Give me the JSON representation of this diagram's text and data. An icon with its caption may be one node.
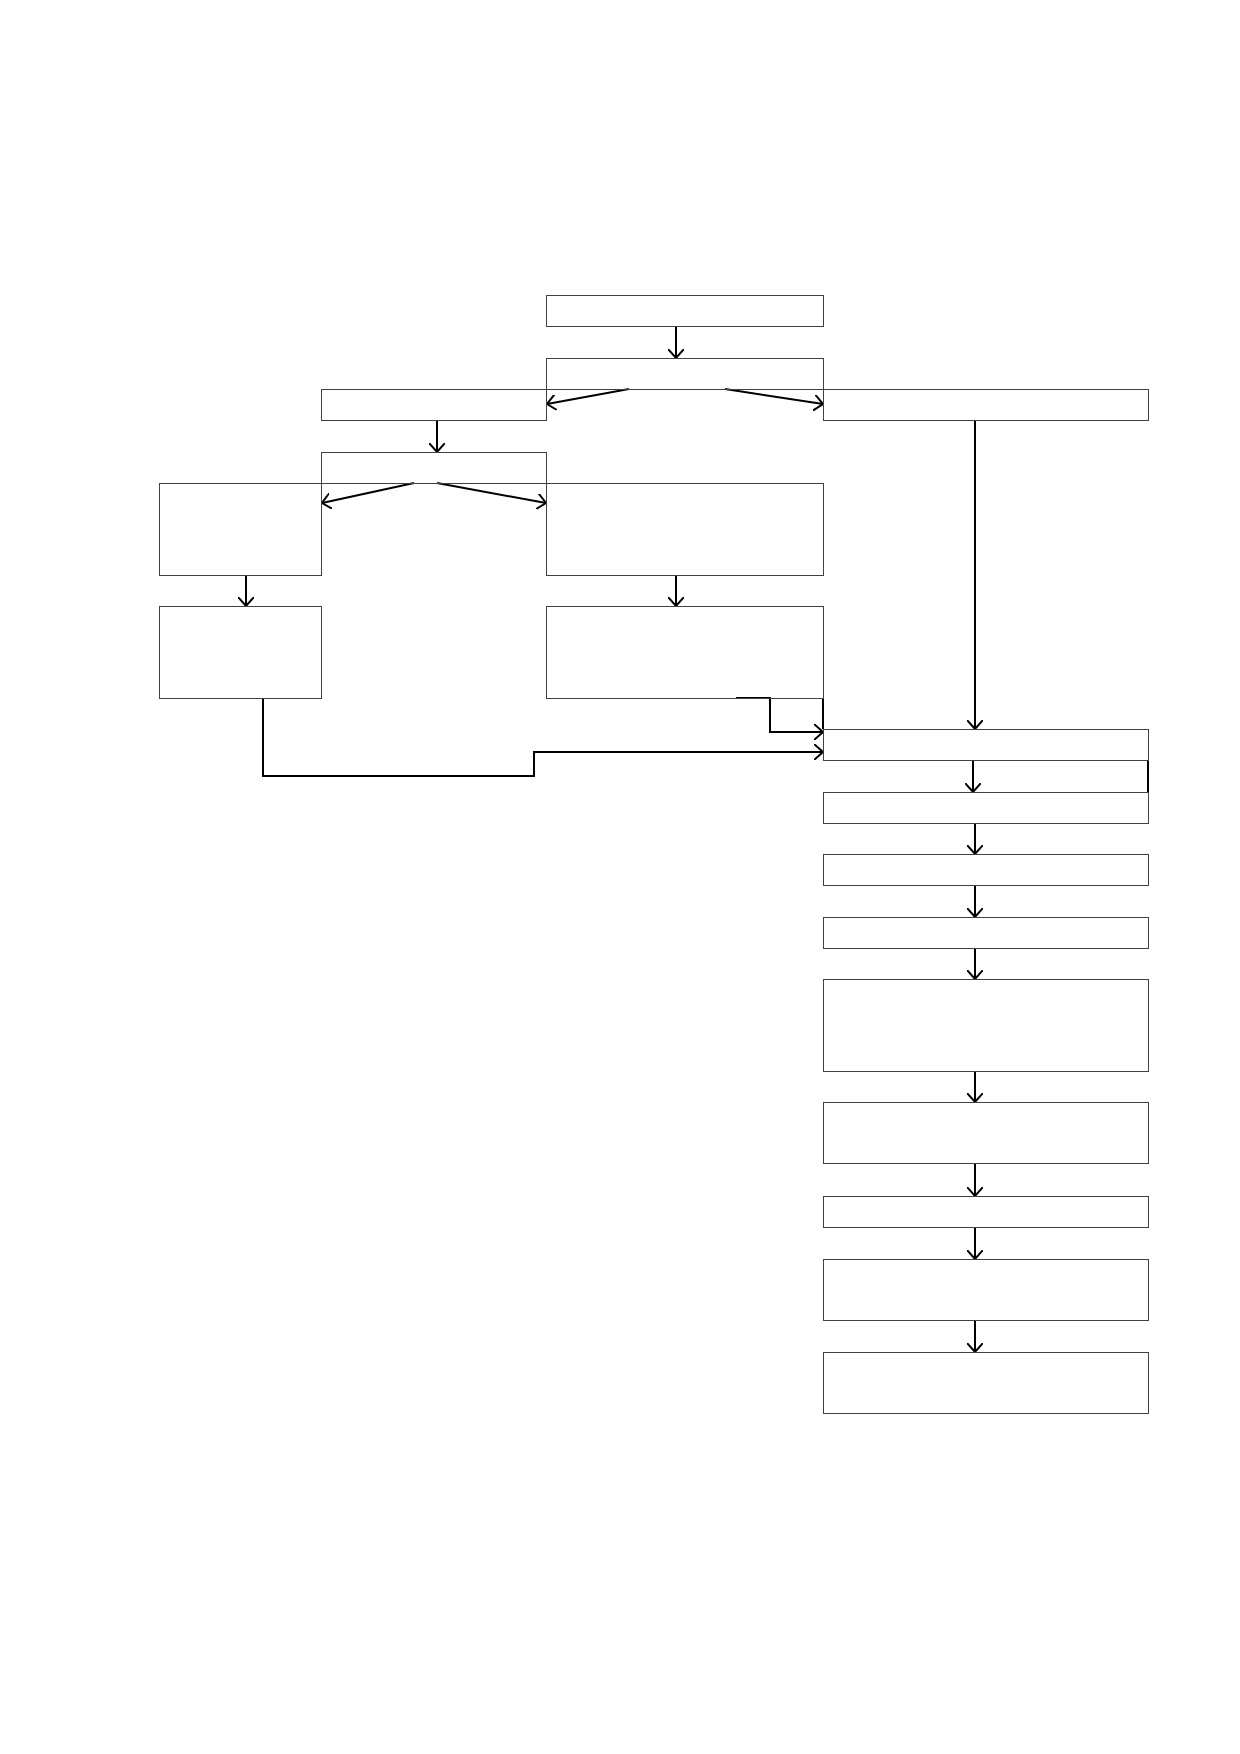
{
  "diagram": {
    "nodes": [
      {
        "text": [],
        "shape": "box"
      },
      {
        "text": [],
        "shape": "box"
      },
      {
        "text": [],
        "shape": "box"
      },
      {
        "text": [],
        "shape": "box"
      },
      {
        "text": [],
        "shape": "box"
      },
      {
        "text": [],
        "shape": "box"
      },
      {
        "text": [],
        "shape": "box"
      },
      {
        "text": [],
        "shape": "box"
      },
      {
        "text": [],
        "shape": "box"
      },
      {
        "text": [],
        "shape": "box"
      },
      {
        "text": [],
        "shape": "box"
      },
      {
        "text": [],
        "shape": "box"
      },
      {
        "text": [],
        "shape": "box"
      },
      {
        "text": [],
        "shape": "box"
      },
      {
        "text": [],
        "shape": "box"
      },
      {
        "text": [],
        "shape": "box"
      },
      {
        "text": [],
        "shape": "box"
      },
      {
        "text": [],
        "shape": "box"
      }
    ],
    "edges": [
      {
        "from": 0,
        "to": 1,
        "arrow": "to"
      },
      {
        "from": 1,
        "to": 2,
        "arrow": "to"
      },
      {
        "from": 1,
        "to": 3,
        "arrow": "to"
      },
      {
        "from": 2,
        "to": 4,
        "arrow": "to"
      },
      {
        "from": 4,
        "to": 5,
        "arrow": "to"
      },
      {
        "from": 4,
        "to": 6,
        "arrow": "to"
      },
      {
        "from": 3,
        "to": 9,
        "arrow": "to"
      },
      {
        "from": 5,
        "to": 7,
        "arrow": "to"
      },
      {
        "from": 6,
        "to": 8,
        "arrow": "to"
      },
      {
        "from": 8,
        "to": 9,
        "arrow": "to"
      },
      {
        "from": 7,
        "to": 9,
        "arrow": "to"
      },
      {
        "from": 8,
        "to": 9,
        "arrow": "none"
      },
      {
        "from": 9,
        "to": 10,
        "arrow": "to"
      },
      {
        "from": 9,
        "to": 10,
        "arrow": "none"
      },
      {
        "from": 10,
        "to": 11,
        "arrow": "to"
      },
      {
        "from": 11,
        "to": 12,
        "arrow": "to"
      },
      {
        "from": 12,
        "to": 13,
        "arrow": "to"
      },
      {
        "from": 13,
        "to": 14,
        "arrow": "to"
      },
      {
        "from": 14,
        "to": 15,
        "arrow": "to"
      },
      {
        "from": 15,
        "to": 16,
        "arrow": "to"
      },
      {
        "from": 16,
        "to": 17,
        "arrow": "to"
      }
    ]
  }
}
